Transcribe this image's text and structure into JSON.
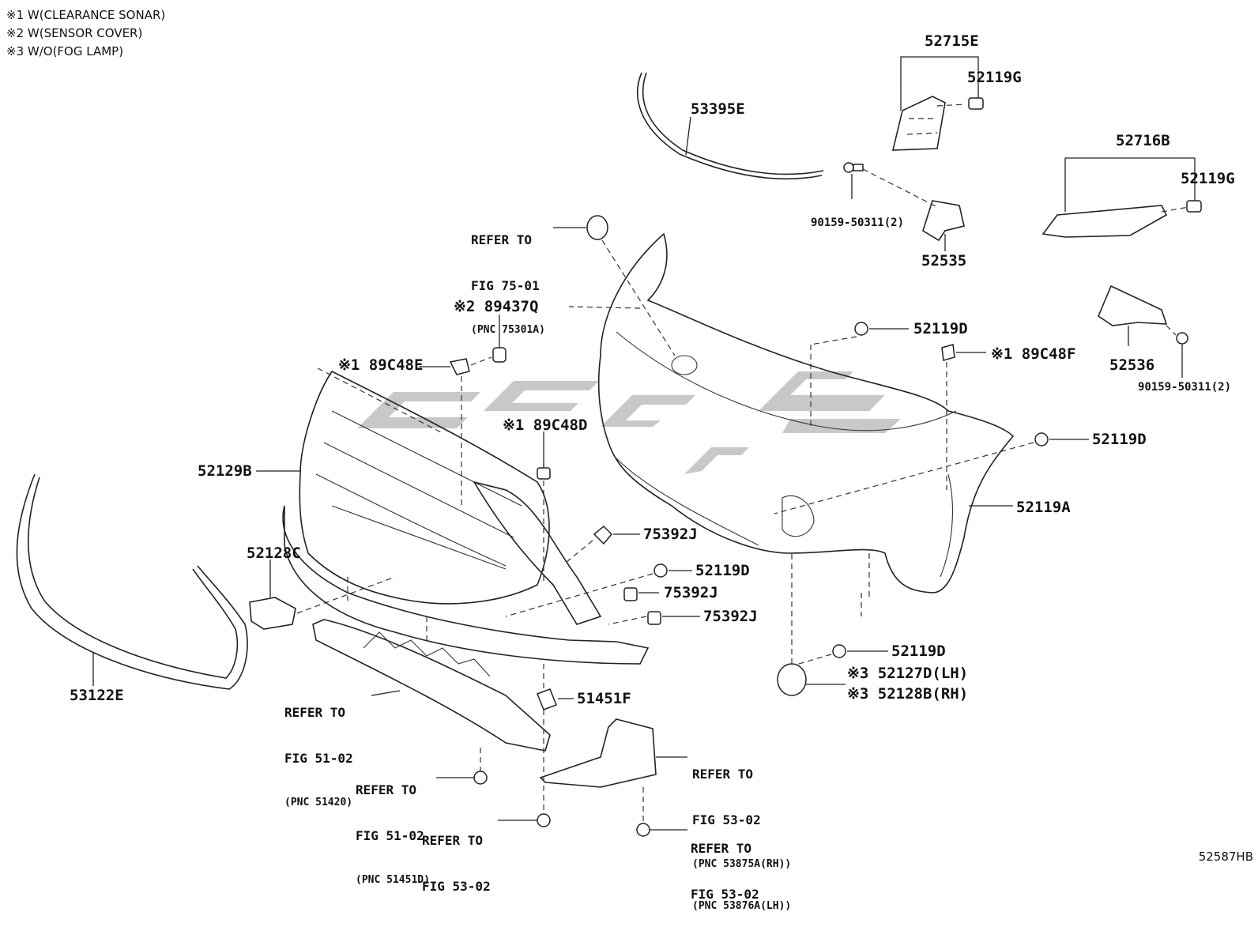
{
  "notes": [
    "※1 W(CLEARANCE SONAR)",
    "※2 W(SENSOR COVER)",
    "※3 W/O(FOG LAMP)"
  ],
  "labels": {
    "p52715E": "52715E",
    "p52119G_a": "52119G",
    "p53395E": "53395E",
    "p52716B": "52716B",
    "p52119G_b": "52119G",
    "p90159_a": "90159-50311(2)",
    "p52535": "52535",
    "p89437Q": "※2 89437Q",
    "p89C48E": "※1 89C48E",
    "p52119D_a": "52119D",
    "p89C48F": "※1 89C48F",
    "p52536": "52536",
    "p90159_b": "90159-50311(2)",
    "p89C48D": "※1 89C48D",
    "p52119D_b": "52119D",
    "p52129B": "52129B",
    "p52119A": "52119A",
    "p75392J_a": "75392J",
    "p52128C": "52128C",
    "p52119D_c": "52119D",
    "p75392J_b": "75392J",
    "p75392J_c": "75392J",
    "p52119D_d": "52119D",
    "p52127D": "※3 52127D(LH)",
    "p52128B": "※3 52128B(RH)",
    "p53122E": "53122E",
    "p51451F": "51451F"
  },
  "refs": {
    "fig7501": {
      "line1": "REFER TO",
      "line2": "FIG 75-01",
      "line3": "(PNC 75301A)"
    },
    "fig5102a": {
      "line1": "REFER TO",
      "line2": "FIG 51-02",
      "line3": "(PNC 51420)"
    },
    "fig5102b": {
      "line1": "REFER TO",
      "line2": "FIG 51-02",
      "line3": "(PNC 51451D)"
    },
    "fig5302a": {
      "line1": "REFER TO",
      "line2": "FIG 53-02",
      "line3": "(PNC 53875A(RH))",
      "line4": "(PNC 53876A(LH))"
    },
    "fig5302b": {
      "line1": "REFER TO",
      "line2": "FIG 53-02"
    },
    "fig5302c": {
      "line1": "REFER TO",
      "line2": "FIG 53-02"
    }
  },
  "diagram_id": "52587HB",
  "colors": {
    "line": "#222222",
    "watermark": "#c8c8c8",
    "background": "#ffffff"
  }
}
